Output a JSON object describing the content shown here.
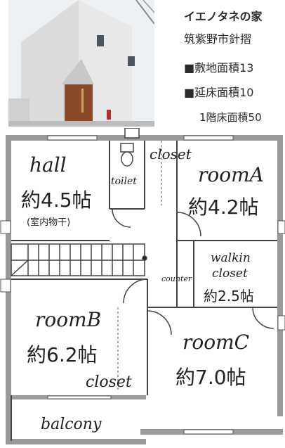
{
  "header": {
    "title": "イエノタネの家",
    "location": "筑紫野市針摺",
    "site_area": "■敷地面積13",
    "floor_area": "■延床面積10",
    "first_floor_area": "1階床面積50"
  },
  "rooms": {
    "hall": {
      "name": "hall",
      "area": "約4.5帖",
      "note": "(室内物干)"
    },
    "toilet": {
      "name": "toilet"
    },
    "closet_top": {
      "name": "closet"
    },
    "roomA": {
      "name": "roomA",
      "area": "約4.2帖"
    },
    "walkin": {
      "name_line1": "walkin",
      "name_line2": "closet",
      "area": "約2.5帖"
    },
    "counter": {
      "name": "counter"
    },
    "roomB": {
      "name": "roomB",
      "area": "約6.2帖"
    },
    "closet_b": {
      "name": "closet"
    },
    "roomC": {
      "name": "roomC",
      "area": "約7.0帖"
    },
    "balcony": {
      "name": "balcony"
    }
  },
  "colors": {
    "wall": "#9a9a9a",
    "line": "#444444",
    "sky": "#eef0f2",
    "house": "#d9d9d9",
    "door": "#8a4a2a"
  }
}
